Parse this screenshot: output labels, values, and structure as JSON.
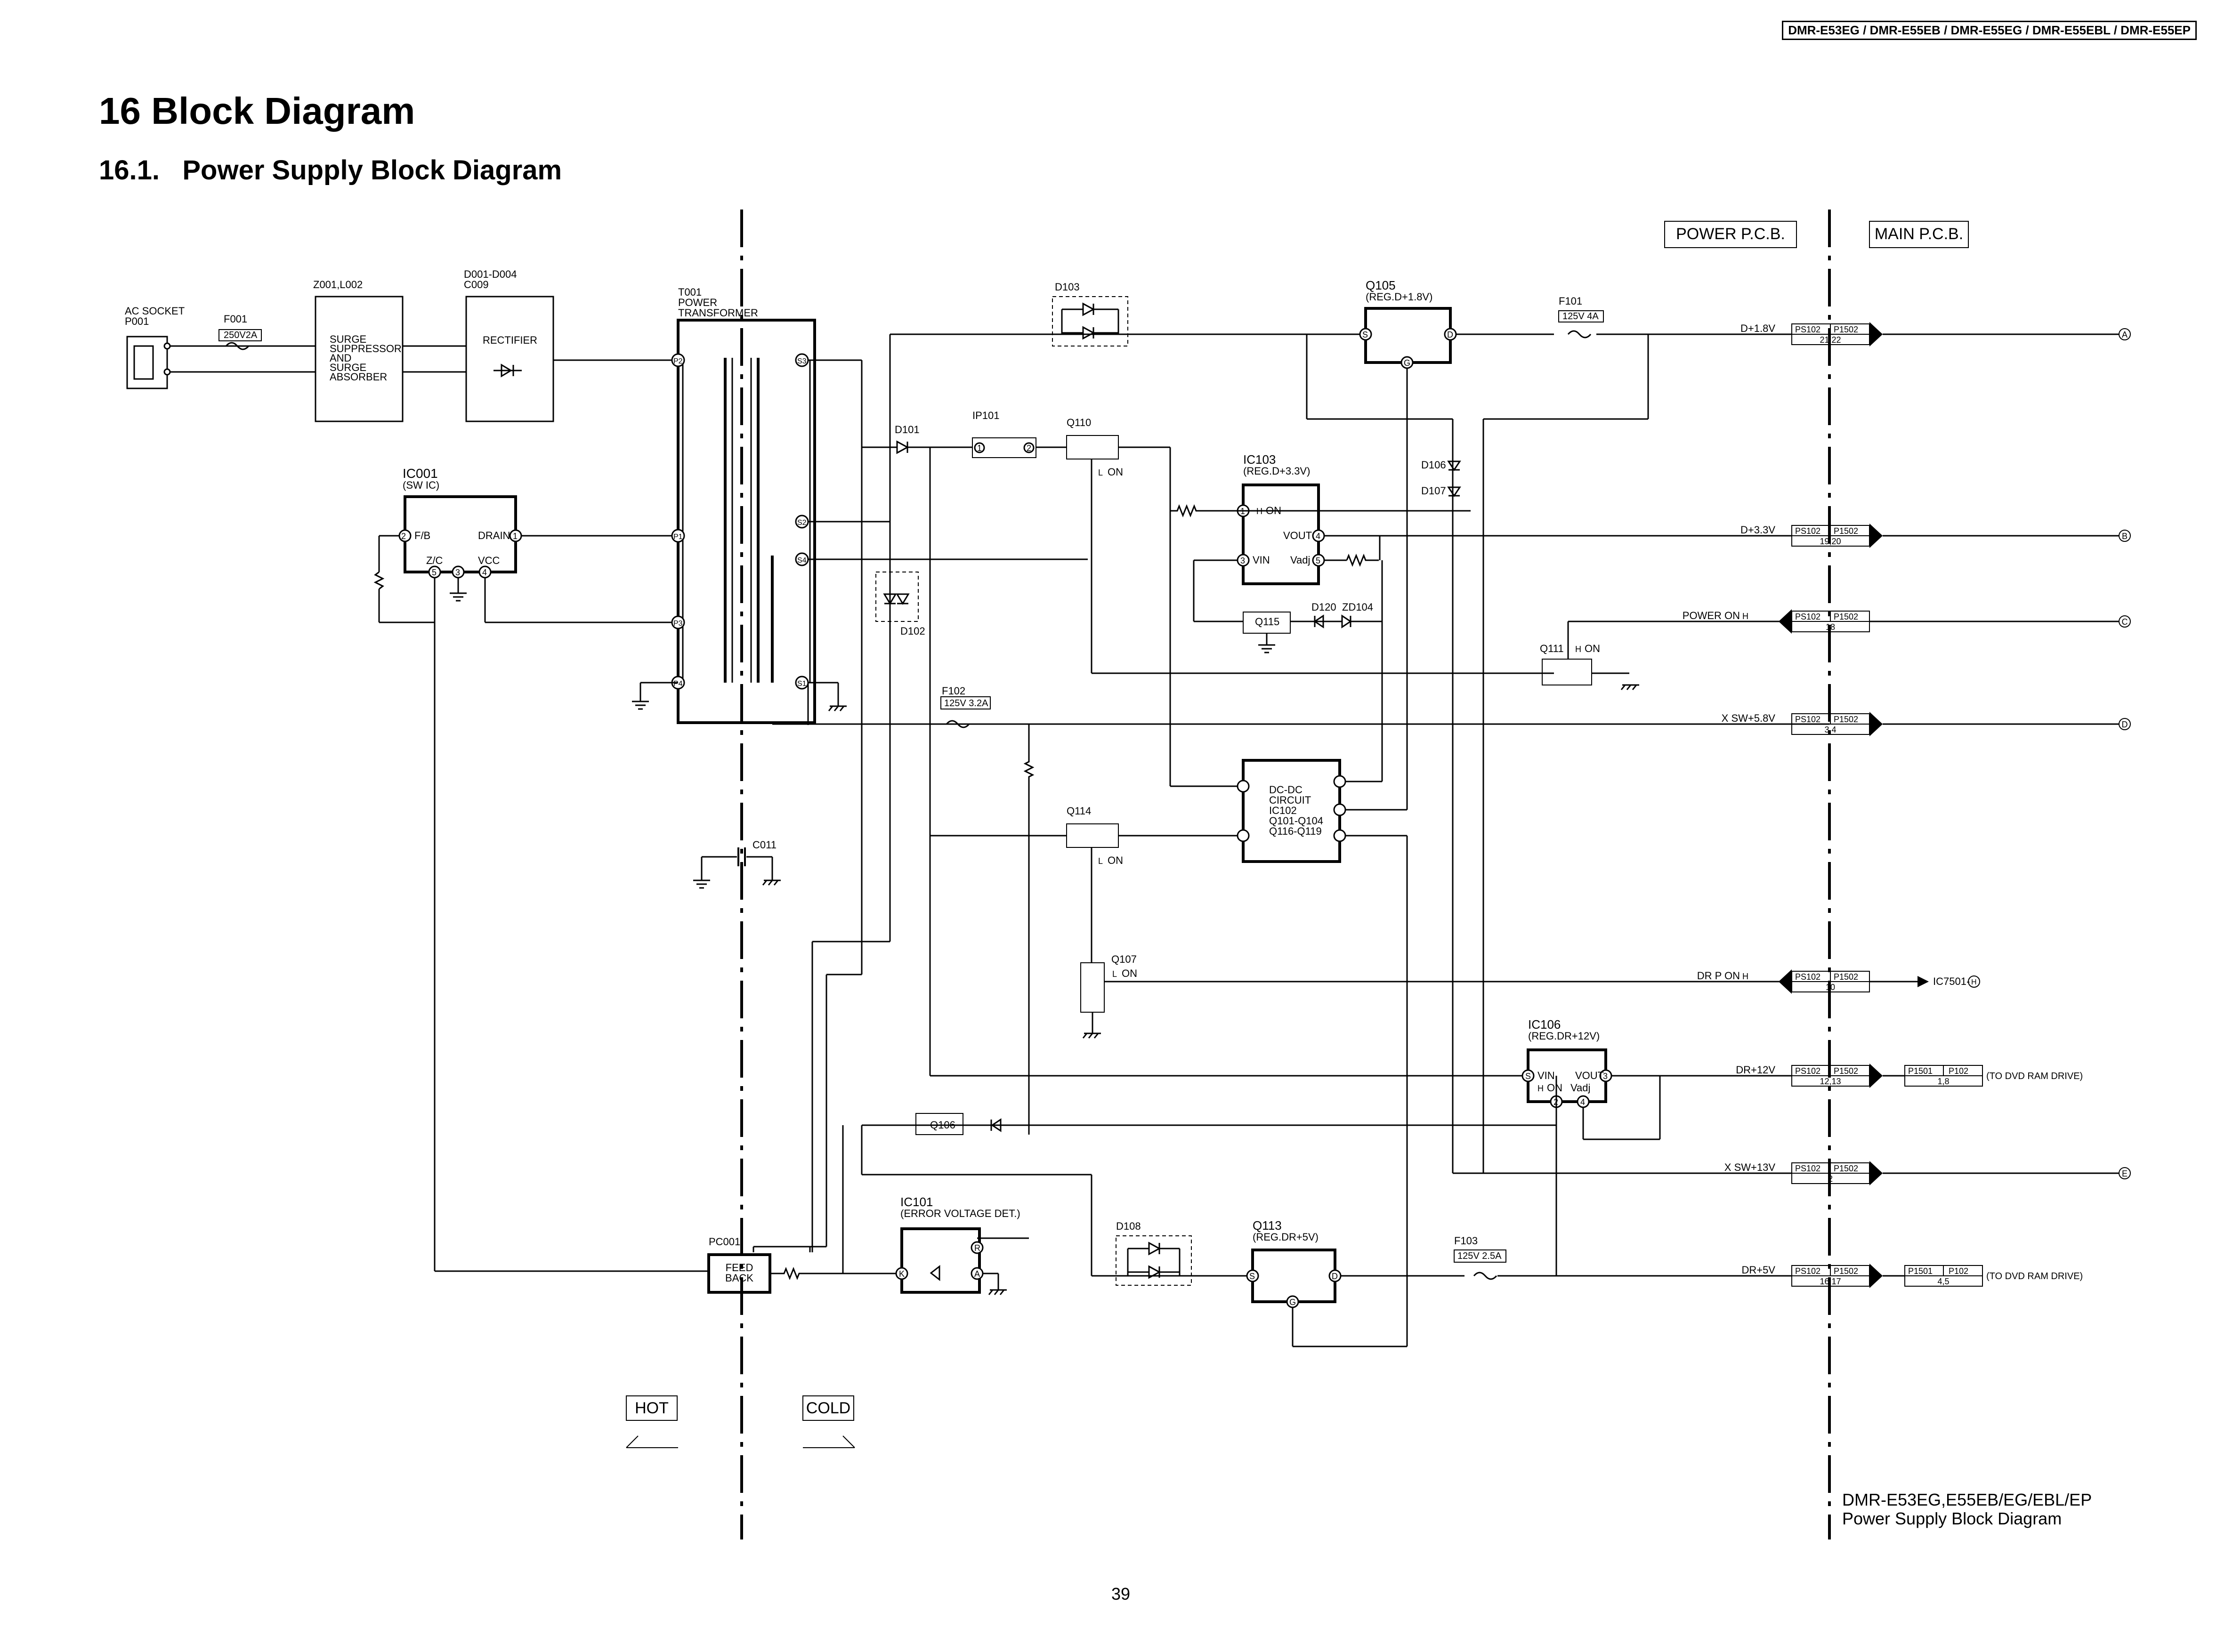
{
  "header": {
    "model_banner": "DMR-E53EG / DMR-E55EB / DMR-E55EG / DMR-E55EBL / DMR-E55EP"
  },
  "section_title": "16 Block Diagram",
  "subsection_title": "16.1.   Power Supply Block Diagram",
  "page_number": "39",
  "caption": {
    "line1": "DMR-E53EG,E55EB/EG/EBL/EP",
    "line2": "Power Supply Block Diagram"
  },
  "boards": {
    "power": "POWER P.C.B.",
    "main": "MAIN P.C.B."
  },
  "zones": {
    "hot": "HOT",
    "cold": "COLD"
  },
  "components": {
    "ac_socket": {
      "name": "AC SOCKET",
      "ref": "P001"
    },
    "f001": {
      "ref": "F001",
      "rating": "250V2A"
    },
    "surge": {
      "ref": "Z001,L002",
      "l1": "SURGE",
      "l2": "SUPPRESSOR",
      "l3": "AND",
      "l4": "SURGE",
      "l5": "ABSORBER"
    },
    "rectifier": {
      "ref1": "D001-D004",
      "ref2": "C009",
      "label": "RECTIFIER"
    },
    "t001": {
      "ref": "T001",
      "l1": "POWER",
      "l2": "TRANSFORMER"
    },
    "ic001": {
      "ref": "IC001",
      "desc": "(SW IC)",
      "fb": "F/B",
      "drain": "DRAIN",
      "zc": "Z/C",
      "vcc": "VCC"
    },
    "c011": {
      "ref": "C011"
    },
    "pc001": {
      "ref": "PC001",
      "l1": "FEED",
      "l2": "BACK"
    },
    "d101": {
      "ref": "D101"
    },
    "d102": {
      "ref": "D102"
    },
    "d103": {
      "ref": "D103"
    },
    "ip101": {
      "ref": "IP101"
    },
    "q110": {
      "ref": "Q110",
      "on": "ON"
    },
    "q105": {
      "ref": "Q105",
      "desc": "(REG.D+1.8V)"
    },
    "f101": {
      "ref": "F101",
      "rating": "125V 4A"
    },
    "ic103": {
      "ref": "IC103",
      "desc": "(REG.D+3.3V)",
      "on": "ON",
      "vout": "VOUT",
      "vin": "VIN",
      "vadj": "Vadj"
    },
    "d106": {
      "ref": "D106"
    },
    "d107": {
      "ref": "D107"
    },
    "q115": {
      "ref": "Q115"
    },
    "d120": {
      "ref": "D120"
    },
    "zd104": {
      "ref": "ZD104"
    },
    "q111": {
      "ref": "Q111",
      "on": "ON"
    },
    "f102": {
      "ref": "F102",
      "rating": "125V 3.2A"
    },
    "dcdc": {
      "l1": "DC-DC",
      "l2": "CIRCUIT",
      "l3": "IC102",
      "l4": "Q101-Q104",
      "l5": "Q116-Q119"
    },
    "q114": {
      "ref": "Q114",
      "on": "ON"
    },
    "q107": {
      "ref": "Q107",
      "on": "ON"
    },
    "ic106": {
      "ref": "IC106",
      "desc": "(REG.DR+12V)",
      "vin": "VIN",
      "vout": "VOUT",
      "on": "ON",
      "vadj": "Vadj"
    },
    "q106": {
      "ref": "Q106"
    },
    "ic101": {
      "ref": "IC101",
      "desc": "(ERROR VOLTAGE DET.)"
    },
    "d108": {
      "ref": "D108"
    },
    "q113": {
      "ref": "Q113",
      "desc": "(REG.DR+5V)"
    },
    "f103": {
      "ref": "F103",
      "rating": "125V 2.5A"
    }
  },
  "connectors": {
    "ps102": "PS102",
    "p1502": "P1502",
    "p1501": "P1501",
    "p102": "P102",
    "dvd_note": "(TO DVD RAM DRIVE)",
    "ic7501": "IC7501-"
  },
  "rails": [
    {
      "signal": "D+1.8V",
      "pins": "21,22",
      "tag": "A"
    },
    {
      "signal": "D+3.3V",
      "pins": "19,20",
      "tag": "B"
    },
    {
      "signal": "POWER ON",
      "pins": "18",
      "tag": "C"
    },
    {
      "signal": "X SW+5.8V",
      "pins": "3,4",
      "tag": "D"
    },
    {
      "signal": "DR P ON",
      "pins": "10",
      "tag": ""
    },
    {
      "signal": "DR+12V",
      "pins": "12,13",
      "tag": "",
      "dvd_pins": "1,8"
    },
    {
      "signal": "X SW+13V",
      "pins": "2",
      "tag": "E"
    },
    {
      "signal": "DR+5V",
      "pins": "16,17",
      "tag": "",
      "dvd_pins": "4,5"
    }
  ],
  "pins": {
    "g": "G",
    "s": "S",
    "d": "D",
    "k": "K",
    "a": "A",
    "r": "R",
    "n1": "1",
    "n2": "2",
    "n3": "3",
    "n4": "4",
    "n5": "5",
    "p1": "P1",
    "p2": "P2",
    "s1": "S1",
    "s2": "S2",
    "s3": "S3",
    "s4": "S4",
    "p3": "P3",
    "p4": "P4",
    "h": "H",
    "l": "L"
  }
}
